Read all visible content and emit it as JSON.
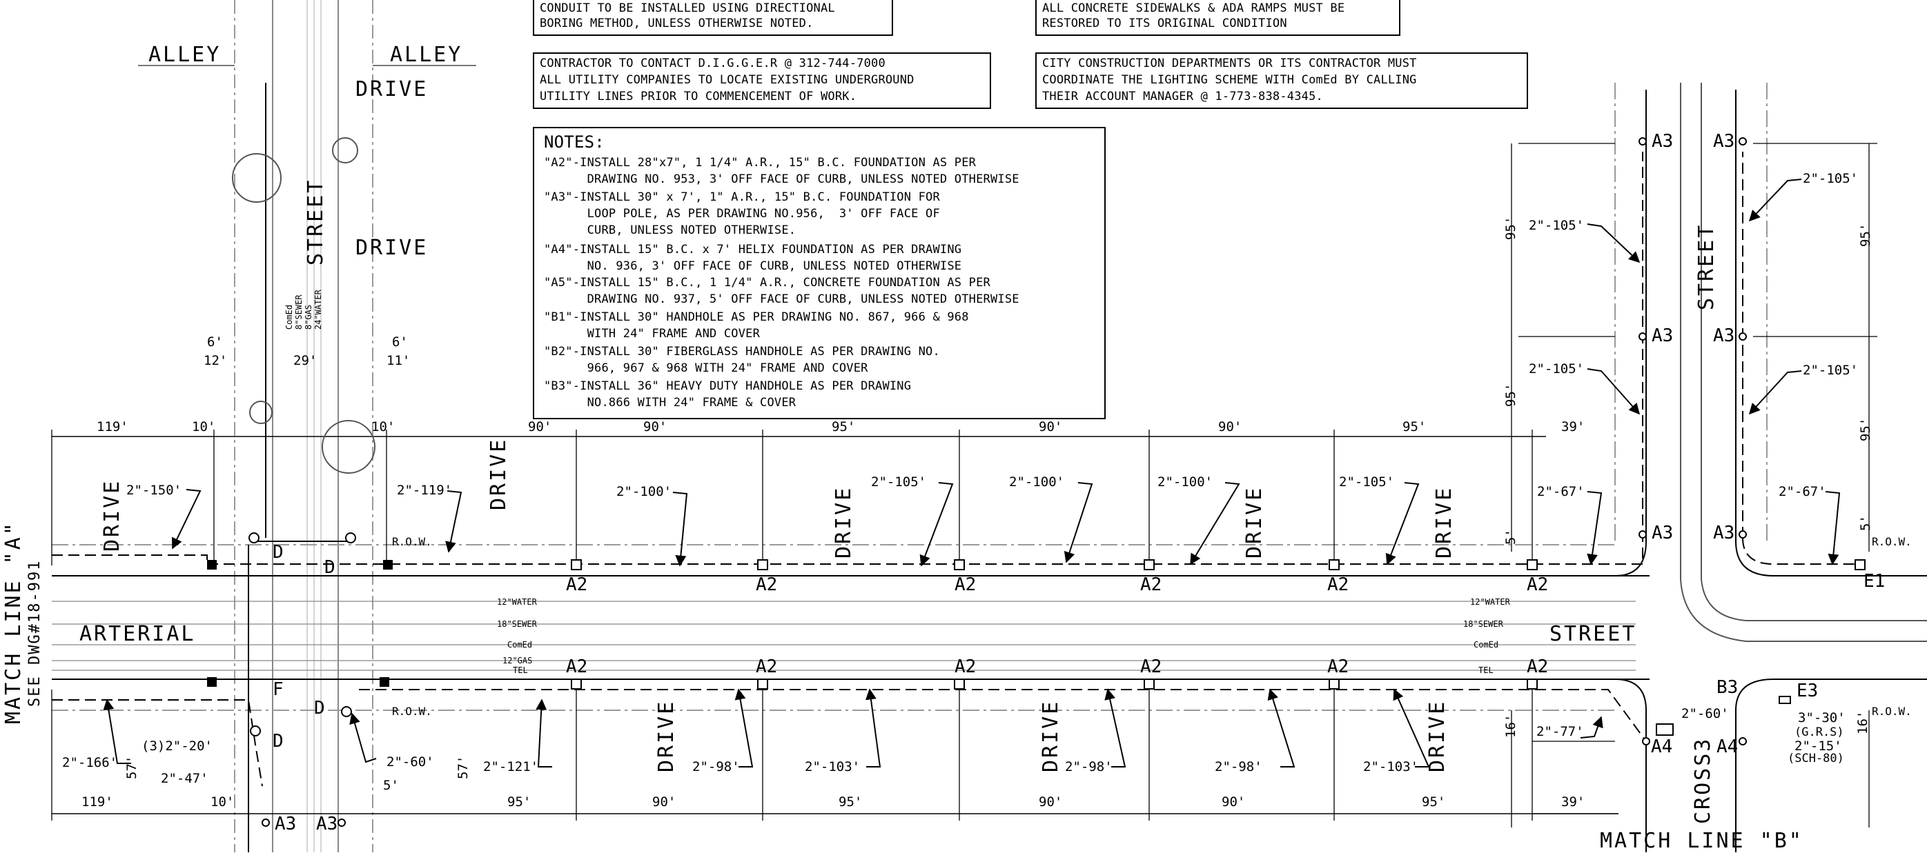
{
  "notes_top": {
    "box1": [
      "CONDUIT TO BE INSTALLED USING DIRECTIONAL",
      "BORING METHOD, UNLESS OTHERWISE NOTED."
    ],
    "box2": [
      "ALL CONCRETE SIDEWALKS & ADA RAMPS MUST BE",
      "RESTORED TO ITS ORIGINAL CONDITION"
    ],
    "box3": [
      "CONTRACTOR TO CONTACT D.I.G.G.E.R @ 312-744-7000",
      "ALL UTILITY COMPANIES TO LOCATE EXISTING UNDERGROUND",
      "UTILITY LINES PRIOR TO COMMENCEMENT OF WORK."
    ],
    "box4": [
      "CITY CONSTRUCTION DEPARTMENTS OR ITS CONTRACTOR MUST",
      "COORDINATE THE LIGHTING SCHEME WITH ComEd BY CALLING",
      "THEIR ACCOUNT MANAGER @ 1-773-838-4345."
    ]
  },
  "notes": {
    "title": "NOTES:",
    "lines": [
      "\"A2\"-INSTALL 28\"x7\", 1 1/4\" A.R., 15\" B.C. FOUNDATION AS PER",
      "      DRAWING NO. 953, 3' OFF FACE OF CURB, UNLESS NOTED OTHERWISE",
      "\"A3\"-INSTALL 30\" x 7', 1\" A.R., 15\" B.C. FOUNDATION FOR",
      "      LOOP POLE, AS PER DRAWING NO.956,  3' OFF FACE OF",
      "      CURB, UNLESS NOTED OTHERWISE.",
      "\"A4\"-INSTALL 15\" B.C. x 7' HELIX FOUNDATION AS PER DRAWING",
      "      NO. 936, 3' OFF FACE OF CURB, UNLESS NOTED OTHERWISE",
      "\"A5\"-INSTALL 15\" B.C., 1 1/4\" A.R., CONCRETE FOUNDATION AS PER",
      "      DRAWING NO. 937, 5' OFF FACE OF CURB, UNLESS NOTED OTHERWISE",
      "\"B1\"-INSTALL 30\" HANDHOLE AS PER DRAWING NO. 867, 966 & 968",
      "      WITH 24\" FRAME AND COVER",
      "\"B2\"-INSTALL 30\" FIBERGLASS HANDHOLE AS PER DRAWING NO.",
      "      966, 967 & 968 WITH 24\" FRAME AND COVER",
      "\"B3\"-INSTALL 36\" HEAVY DUTY HANDHOLE AS PER DRAWING",
      "      NO.866 WITH 24\" FRAME & COVER"
    ]
  },
  "labels": {
    "alley_left": "ALLEY",
    "alley_right": "ALLEY",
    "drive": "DRIVE",
    "street": "STREET",
    "arterial": "ARTERIAL",
    "cross3": "CROSS3",
    "match_a": "MATCH LINE \"A\"",
    "see_dwg": "SEE DWG#18-991",
    "match_b": "MATCH LINE \"B\"",
    "row": "R.O.W.",
    "utilities": [
      "12\"WATER",
      "18\"SEWER",
      "ComEd",
      "12\"GAS",
      "TEL"
    ],
    "vertical_utils": [
      "ComEd",
      "8\"SEWER",
      "8\"GAS",
      "24\"WATER"
    ],
    "grs": "(G.R.S)",
    "sch80": "(SCH-80)"
  },
  "top_dims": [
    "119'",
    "10'",
    "10'",
    "90'",
    "90'",
    "95'",
    "90'",
    "90'",
    "95'",
    "39'"
  ],
  "bottom_dims": [
    "119'",
    "10'",
    "95'",
    "90'",
    "95'",
    "90'",
    "90'",
    "95'",
    "39'"
  ],
  "small_dims": [
    "6'",
    "12'",
    "29'",
    "6'",
    "11'",
    "5'",
    "57'",
    "57'",
    "16'",
    "16'",
    "95'",
    "95'",
    "95'",
    "95'",
    "5'",
    "5'"
  ],
  "conduit_labels_top": [
    "2\"-150'",
    "2\"-119'",
    "2\"-100'",
    "2\"-105'",
    "2\"-100'",
    "2\"-100'",
    "2\"-105'",
    "2\"-67'",
    "2\"-67'",
    "2\"-105'",
    "2\"-105'",
    "2\"-105'",
    "2\"-105'"
  ],
  "conduit_labels_bottom": [
    "2\"-166'",
    "(3)2\"-20'",
    "2\"-47'",
    "2\"-60'",
    "2\"-121'",
    "2\"-98'",
    "2\"-103'",
    "2\"-98'",
    "2\"-98'",
    "2\"-103'",
    "2\"-77'",
    "2\"-60'",
    "3\"-30'",
    "2\"-15'"
  ],
  "fixture_tags": [
    "A2",
    "A3",
    "A4",
    "B3",
    "E1",
    "E3",
    "D",
    "F"
  ]
}
